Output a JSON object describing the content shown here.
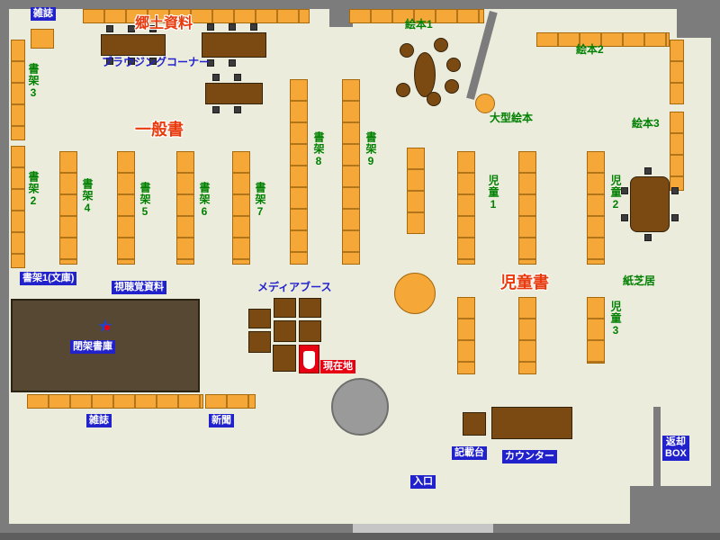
{
  "labels": {
    "zasshi_top": "雑誌",
    "kyodo_shiryo": "郷土資料",
    "browsing_corner": "ブラウジングコーナー",
    "ippansho": "一般書",
    "ehon1": "絵本1",
    "ehon2": "絵本2",
    "ehon3": "絵本3",
    "ogata_ehon": "大型絵本",
    "shoka2": "書架2",
    "shoka3": "書架3",
    "shoka4": "書架4",
    "shoka5": "書架5",
    "shoka6": "書架6",
    "shoka7": "書架7",
    "shoka8": "書架8",
    "shoka9": "書架9",
    "jido1": "児童1",
    "jido2": "児童2",
    "jido3": "児童3",
    "jidosho": "児童書",
    "kamishibai": "紙芝居",
    "shoka1_bunko": "書架1(文庫)",
    "shichokaku_shiryo": "視聴覚資料",
    "media_booth": "メディアブース",
    "heika_shoko": "閉架書庫",
    "genzaichi": "現在地",
    "zasshi_bottom": "雑誌",
    "shinbun": "新聞",
    "kisaidai": "記載台",
    "counter": "カウンター",
    "henkyaku_line1": "返却",
    "henkyaku_line2": "BOX",
    "iriguchi": "入口"
  },
  "icons": {
    "star": "★"
  },
  "colors": {
    "floor": "#ECECDD",
    "wall_gray": "#7C7C7C",
    "shelf_orange": "#F5A838",
    "table_brown": "#7B4A12",
    "label_blue": "#2222CC",
    "section_red": "#E83A0C",
    "marker_red": "#E60012",
    "green_label": "#008000",
    "closed_stacks": "#564832"
  }
}
